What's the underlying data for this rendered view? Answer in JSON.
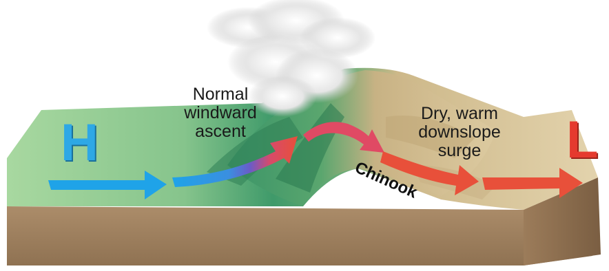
{
  "labels": {
    "high": "H",
    "low": "L",
    "windward_line1": "Normal",
    "windward_line2": "windward",
    "windward_line3": "ascent",
    "leeward_line1": "Dry, warm",
    "leeward_line2": "downslope",
    "leeward_line3": "surge",
    "chinook": "Chinook"
  },
  "colors": {
    "high": "#2ea8e5",
    "low": "#e53a2e",
    "arrow_cold": "#1fa3e8",
    "arrow_mid": "#6a5bc8",
    "arrow_warm": "#e8503a",
    "grass": "#8ec98c",
    "forest": "#3f9a6a",
    "desert": "#d8c49a",
    "soil": "#a88a6a"
  }
}
